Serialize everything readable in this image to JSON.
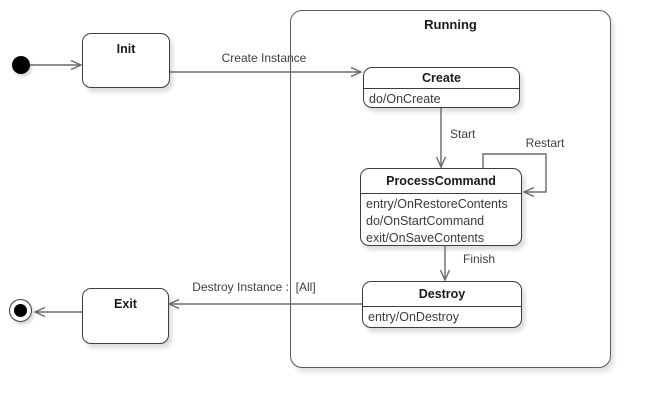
{
  "diagram": {
    "composite": {
      "title": "Running"
    },
    "states": {
      "init": {
        "title": "Init"
      },
      "create": {
        "title": "Create",
        "actions": [
          "do/OnCreate"
        ]
      },
      "process_command": {
        "title": "ProcessCommand",
        "actions": [
          "entry/OnRestoreContents",
          "do/OnStartCommand",
          "exit/OnSaveContents"
        ]
      },
      "destroy": {
        "title": "Destroy",
        "actions": [
          "entry/OnDestroy"
        ]
      },
      "exit": {
        "title": "Exit"
      }
    },
    "labels": {
      "create_instance": "Create Instance",
      "start": "Start",
      "restart": "Restart",
      "finish": "Finish",
      "destroy_instance": "Destroy Instance :  [All]"
    },
    "colors": {
      "edge": "#6a6a6a",
      "state_border": "#3d3d3d",
      "composite_border": "#5a5a5a",
      "fill": "#ffffff",
      "initial_final": "#000000"
    }
  }
}
